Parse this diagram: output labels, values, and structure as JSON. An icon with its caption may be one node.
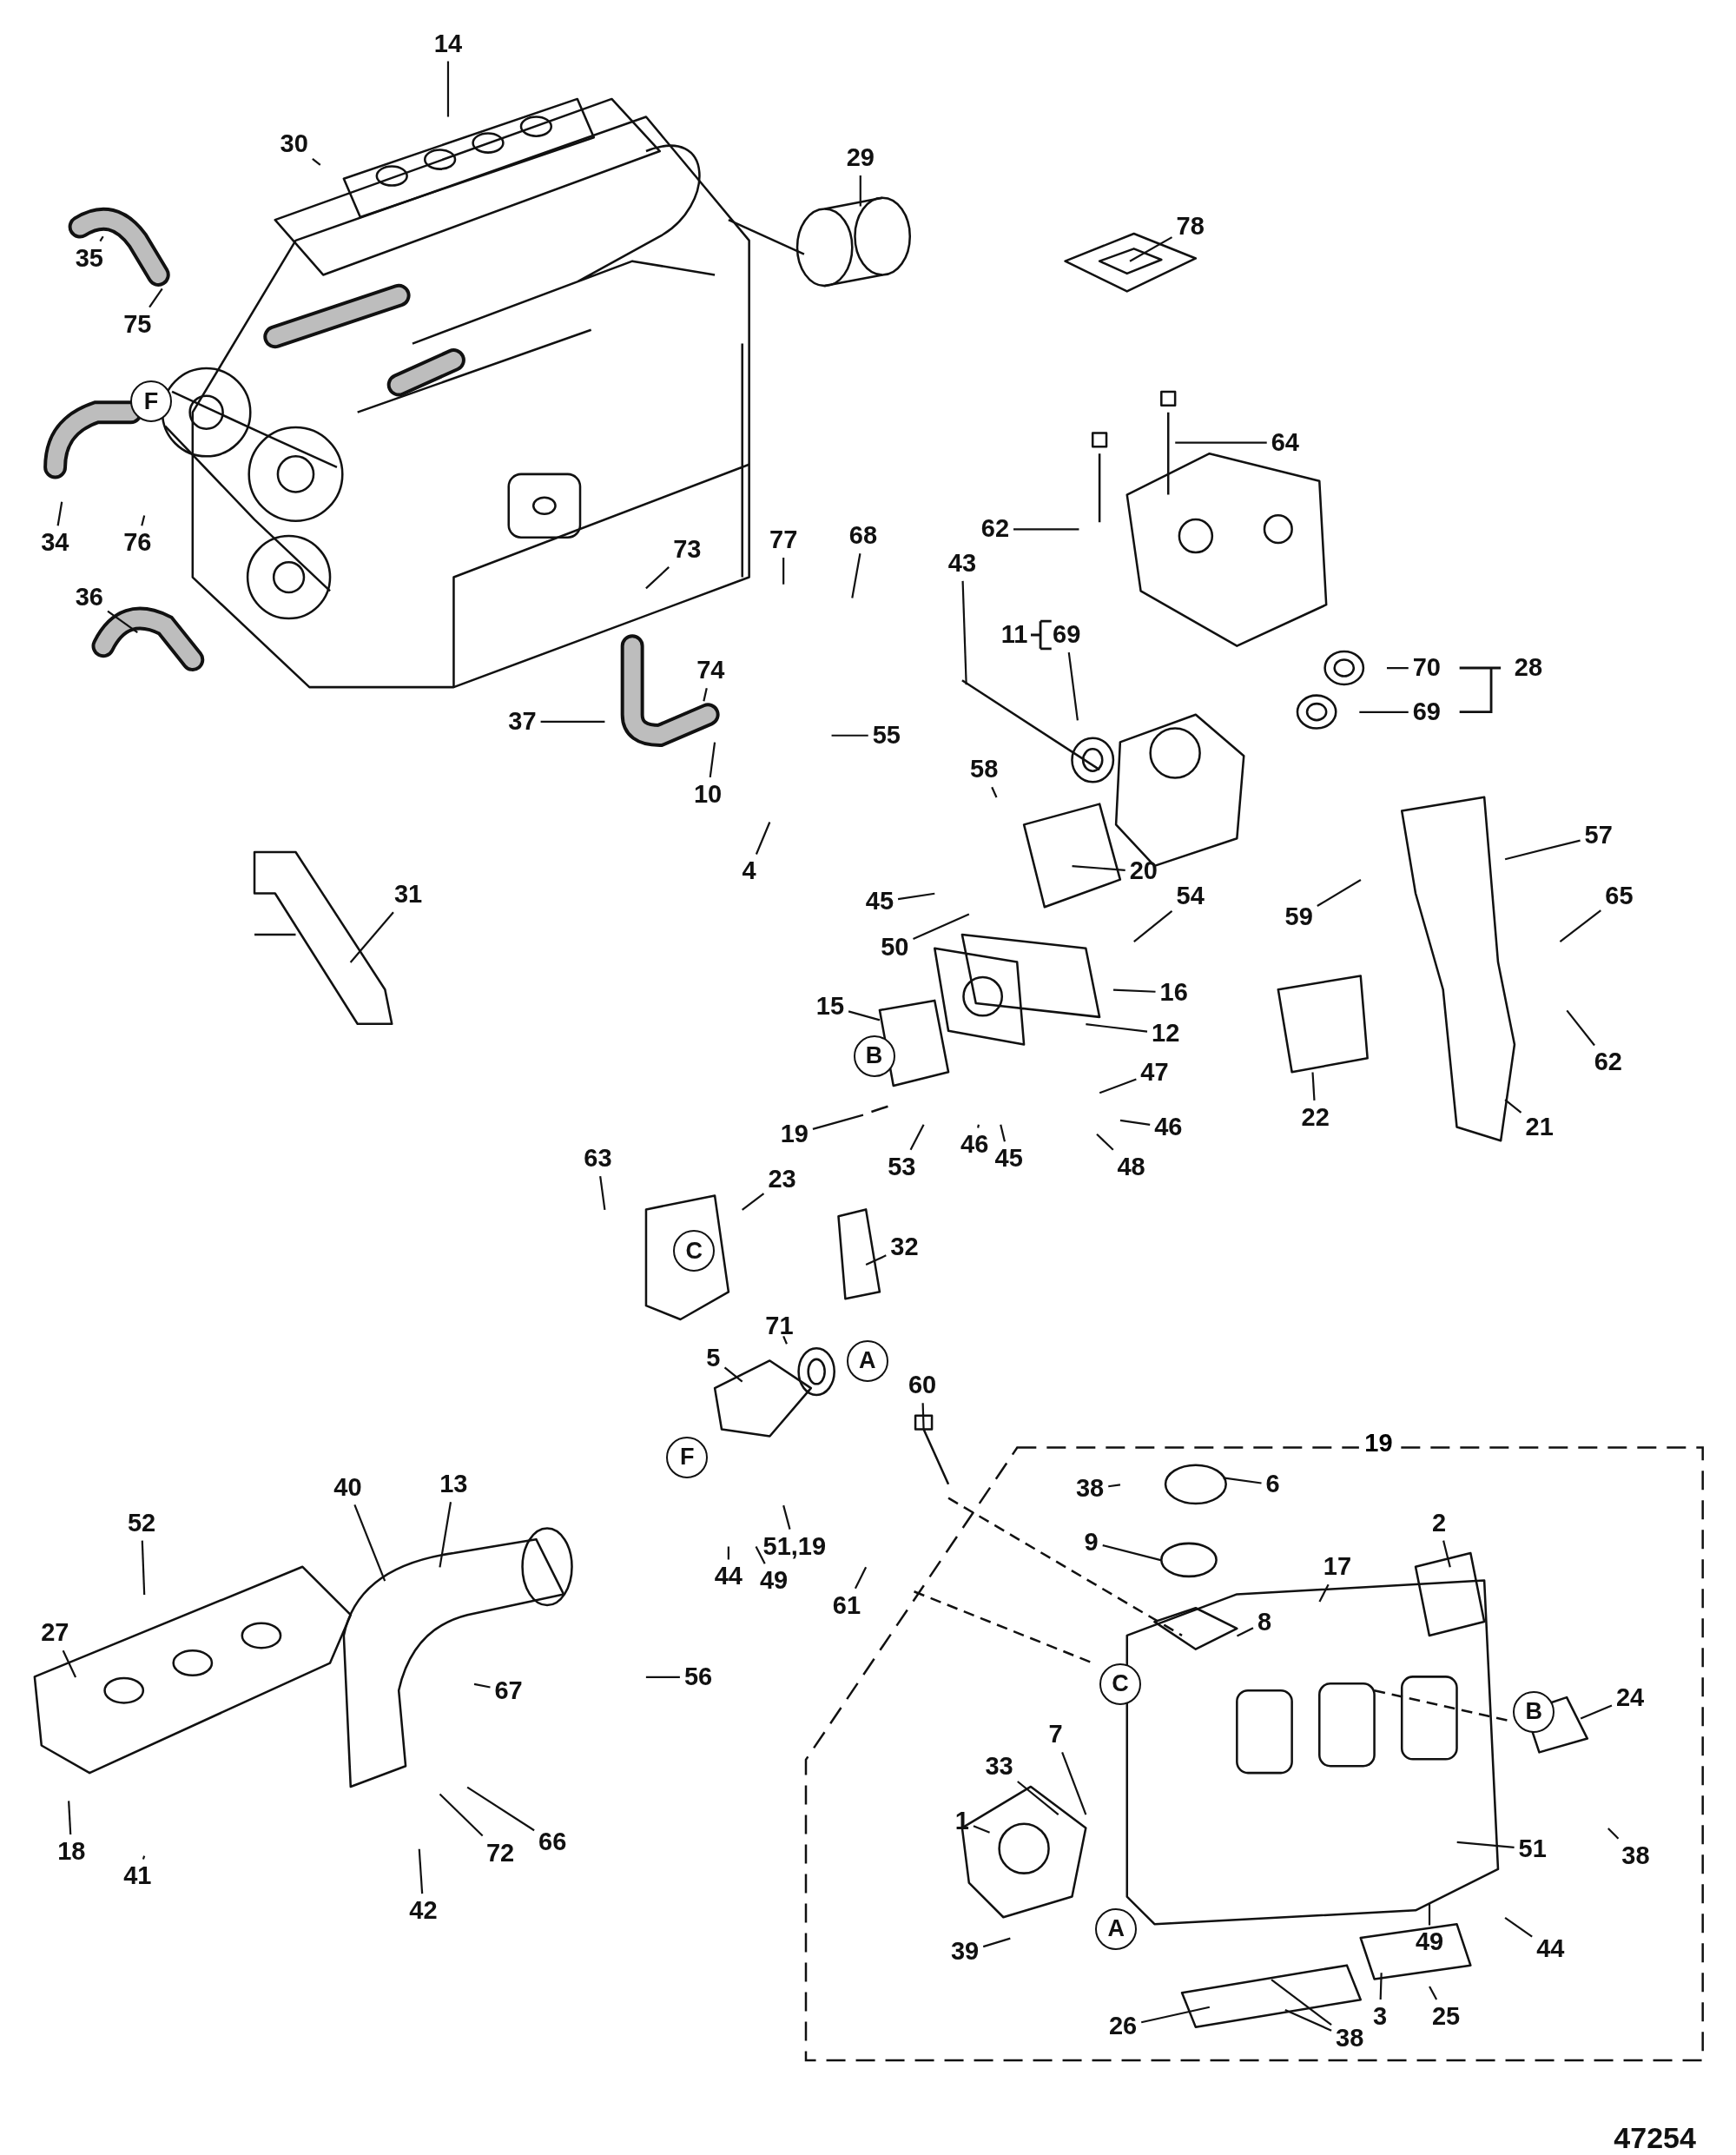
{
  "diagram": {
    "nodes": [
      {
        "text": [
          "14"
        ]
      },
      {
        "text": [
          "30"
        ]
      },
      {
        "text": [
          "29"
        ]
      },
      {
        "text": [
          "78"
        ]
      },
      {
        "text": [
          "35"
        ]
      },
      {
        "text": [
          "75"
        ]
      },
      {
        "text": [
          "F"
        ]
      },
      {
        "text": [
          "64"
        ]
      },
      {
        "text": [
          "62"
        ]
      },
      {
        "text": [
          "34"
        ]
      },
      {
        "text": [
          "76"
        ]
      },
      {
        "text": [
          "73"
        ]
      },
      {
        "text": [
          "77"
        ]
      },
      {
        "text": [
          "68"
        ]
      },
      {
        "text": [
          "43"
        ]
      },
      {
        "text": [
          "36"
        ]
      },
      {
        "text": [
          "11"
        ]
      },
      {
        "text": [
          "69"
        ]
      },
      {
        "text": [
          "70"
        ]
      },
      {
        "text": [
          "28"
        ]
      },
      {
        "text": [
          "74"
        ]
      },
      {
        "text": [
          "69"
        ]
      },
      {
        "text": [
          "37"
        ]
      },
      {
        "text": [
          "55"
        ]
      },
      {
        "text": [
          "58"
        ]
      },
      {
        "text": [
          "10"
        ]
      },
      {
        "text": [
          "57"
        ]
      },
      {
        "text": [
          "4"
        ]
      },
      {
        "text": [
          "20"
        ]
      },
      {
        "text": [
          "31"
        ]
      },
      {
        "text": [
          "54"
        ]
      },
      {
        "text": [
          "45"
        ]
      },
      {
        "text": [
          "65"
        ]
      },
      {
        "text": [
          "59"
        ]
      },
      {
        "text": [
          "50"
        ]
      },
      {
        "text": [
          "16"
        ]
      },
      {
        "text": [
          "15"
        ]
      },
      {
        "text": [
          "12"
        ]
      },
      {
        "text": [
          "62"
        ]
      },
      {
        "text": [
          "B"
        ]
      },
      {
        "text": [
          "47"
        ]
      },
      {
        "text": [
          "22"
        ]
      },
      {
        "text": [
          "46"
        ]
      },
      {
        "text": [
          "21"
        ]
      },
      {
        "text": [
          "19"
        ]
      },
      {
        "text": [
          "46"
        ]
      },
      {
        "text": [
          "53"
        ]
      },
      {
        "text": [
          "45"
        ]
      },
      {
        "text": [
          "48"
        ]
      },
      {
        "text": [
          "63"
        ]
      },
      {
        "text": [
          "23"
        ]
      },
      {
        "text": [
          "32"
        ]
      },
      {
        "text": [
          "C"
        ]
      },
      {
        "text": [
          "71"
        ]
      },
      {
        "text": [
          "5"
        ]
      },
      {
        "text": [
          "A"
        ]
      },
      {
        "text": [
          "60"
        ]
      },
      {
        "text": [
          "F"
        ]
      },
      {
        "text": [
          "40"
        ]
      },
      {
        "text": [
          "13"
        ]
      },
      {
        "text": [
          "52"
        ]
      },
      {
        "text": [
          "51,19"
        ]
      },
      {
        "text": [
          "44"
        ]
      },
      {
        "text": [
          "49"
        ]
      },
      {
        "text": [
          "61"
        ]
      },
      {
        "text": [
          "27"
        ]
      },
      {
        "text": [
          "56"
        ]
      },
      {
        "text": [
          "67"
        ]
      },
      {
        "text": [
          "18"
        ]
      },
      {
        "text": [
          "41"
        ]
      },
      {
        "text": [
          "42"
        ]
      },
      {
        "text": [
          "72"
        ]
      },
      {
        "text": [
          "66"
        ]
      },
      {
        "text": [
          "19"
        ]
      },
      {
        "text": [
          "38"
        ],
        "in": 73
      },
      {
        "text": [
          "6"
        ],
        "in": 73
      },
      {
        "text": [
          "2"
        ],
        "in": 73
      },
      {
        "text": [
          "9"
        ],
        "in": 73
      },
      {
        "text": [
          "17"
        ],
        "in": 73
      },
      {
        "text": [
          "8"
        ],
        "in": 73
      },
      {
        "text": [
          "C"
        ],
        "in": 73
      },
      {
        "text": [
          "24"
        ],
        "in": 73
      },
      {
        "text": [
          "B"
        ],
        "in": 73
      },
      {
        "text": [
          "7"
        ],
        "in": 73
      },
      {
        "text": [
          "33"
        ],
        "in": 73
      },
      {
        "text": [
          "1"
        ],
        "in": 73
      },
      {
        "text": [
          "51"
        ],
        "in": 73
      },
      {
        "text": [
          "38"
        ],
        "in": 73
      },
      {
        "text": [
          "A"
        ],
        "in": 73
      },
      {
        "text": [
          "49"
        ],
        "in": 73
      },
      {
        "text": [
          "39"
        ],
        "in": 73
      },
      {
        "text": [
          "44"
        ],
        "in": 73
      },
      {
        "text": [
          "3"
        ],
        "in": 73
      },
      {
        "text": [
          "25"
        ],
        "in": 73
      },
      {
        "text": [
          "26"
        ],
        "in": 73
      },
      {
        "text": [
          "38"
        ],
        "in": 73
      }
    ],
    "edges": [
      {
        "from": 0,
        "to": null,
        "arrow": "none"
      },
      {
        "from": 1,
        "to": null,
        "arrow": "none"
      },
      {
        "from": 2,
        "to": null,
        "arrow": "none"
      },
      {
        "from": 3,
        "to": null,
        "arrow": "none"
      },
      {
        "from": 4,
        "to": null,
        "arrow": "none"
      },
      {
        "from": 5,
        "to": null,
        "arrow": "none"
      },
      {
        "from": 7,
        "to": null,
        "arrow": "none"
      },
      {
        "from": 8,
        "to": null,
        "arrow": "none"
      },
      {
        "from": 9,
        "to": null,
        "arrow": "none"
      },
      {
        "from": 10,
        "to": null,
        "arrow": "none"
      },
      {
        "from": 11,
        "to": null,
        "arrow": "none"
      },
      {
        "from": 12,
        "to": null,
        "arrow": "none"
      },
      {
        "from": 13,
        "to": null,
        "arrow": "none"
      },
      {
        "from": 14,
        "to": null,
        "arrow": "none"
      },
      {
        "from": 15,
        "to": null,
        "arrow": "none"
      },
      {
        "from": 17,
        "to": null,
        "arrow": "none"
      },
      {
        "from": 18,
        "to": null,
        "arrow": "none"
      },
      {
        "from": 21,
        "to": null,
        "arrow": "none"
      },
      {
        "from": 20,
        "to": null,
        "arrow": "none"
      },
      {
        "from": 22,
        "to": null,
        "arrow": "none"
      },
      {
        "from": 23,
        "to": null,
        "arrow": "none"
      },
      {
        "from": 24,
        "to": null,
        "arrow": "none"
      },
      {
        "from": 25,
        "to": null,
        "arrow": "none"
      },
      {
        "from": 26,
        "to": null,
        "arrow": "none"
      },
      {
        "from": 27,
        "to": null,
        "arrow": "none"
      },
      {
        "from": 28,
        "to": null,
        "arrow": "none"
      },
      {
        "from": 29,
        "to": null,
        "arrow": "none"
      },
      {
        "from": 30,
        "to": null,
        "arrow": "none"
      },
      {
        "from": 31,
        "to": null,
        "arrow": "none"
      },
      {
        "from": 32,
        "to": null,
        "arrow": "none"
      },
      {
        "from": 33,
        "to": null,
        "arrow": "none"
      },
      {
        "from": 34,
        "to": null,
        "arrow": "none"
      },
      {
        "from": 35,
        "to": null,
        "arrow": "none"
      },
      {
        "from": 36,
        "to": null,
        "arrow": "none"
      },
      {
        "from": 37,
        "to": null,
        "arrow": "none"
      },
      {
        "from": 38,
        "to": null,
        "arrow": "none"
      },
      {
        "from": 40,
        "to": null,
        "arrow": "none"
      },
      {
        "from": 41,
        "to": null,
        "arrow": "none"
      },
      {
        "from": 42,
        "to": null,
        "arrow": "none"
      },
      {
        "from": 43,
        "to": null,
        "arrow": "none"
      },
      {
        "from": 44,
        "to": null,
        "arrow": "none"
      },
      {
        "from": 45,
        "to": null,
        "arrow": "none"
      },
      {
        "from": 46,
        "to": null,
        "arrow": "none"
      },
      {
        "from": 47,
        "to": null,
        "arrow": "none"
      },
      {
        "from": 48,
        "to": null,
        "arrow": "none"
      },
      {
        "from": 49,
        "to": null,
        "arrow": "none"
      },
      {
        "from": 50,
        "to": null,
        "arrow": "none"
      },
      {
        "from": 51,
        "to": null,
        "arrow": "none"
      },
      {
        "from": 53,
        "to": null,
        "arrow": "none"
      },
      {
        "from": 54,
        "to": null,
        "arrow": "none"
      },
      {
        "from": 56,
        "to": null,
        "arrow": "none"
      },
      {
        "from": 58,
        "to": null,
        "arrow": "none"
      },
      {
        "from": 59,
        "to": null,
        "arrow": "none"
      },
      {
        "from": 60,
        "to": null,
        "arrow": "none"
      },
      {
        "from": 61,
        "to": null,
        "arrow": "none"
      },
      {
        "from": 62,
        "to": null,
        "arrow": "none"
      },
      {
        "from": 63,
        "to": null,
        "arrow": "none"
      },
      {
        "from": 64,
        "to": null,
        "arrow": "none"
      },
      {
        "from": 65,
        "to": null,
        "arrow": "none"
      },
      {
        "from": 66,
        "to": null,
        "arrow": "none"
      },
      {
        "from": 67,
        "to": null,
        "arrow": "none"
      },
      {
        "from": 68,
        "to": null,
        "arrow": "none"
      },
      {
        "from": 69,
        "to": null,
        "arrow": "none"
      },
      {
        "from": 70,
        "to": null,
        "arrow": "none"
      },
      {
        "from": 71,
        "to": null,
        "arrow": "none"
      },
      {
        "from": 72,
        "to": null,
        "arrow": "none"
      },
      {
        "from": 74,
        "to": null,
        "arrow": "none"
      },
      {
        "from": 75,
        "to": null,
        "arrow": "none"
      },
      {
        "from": 76,
        "to": null,
        "arrow": "none"
      },
      {
        "from": 77,
        "to": null,
        "arrow": "none"
      },
      {
        "from": 78,
        "to": null,
        "arrow": "none"
      },
      {
        "from": 79,
        "to": null,
        "arrow": "none"
      },
      {
        "from": 81,
        "to": null,
        "arrow": "none"
      },
      {
        "from": 83,
        "to": null,
        "arrow": "none"
      },
      {
        "from": 84,
        "to": null,
        "arrow": "none"
      },
      {
        "from": 85,
        "to": null,
        "arrow": "none"
      },
      {
        "from": 86,
        "to": null,
        "arrow": "none"
      },
      {
        "from": 87,
        "to": null,
        "arrow": "none"
      },
      {
        "from": 89,
        "to": null,
        "arrow": "none"
      },
      {
        "from": 90,
        "to": null,
        "arrow": "none"
      },
      {
        "from": 91,
        "to": null,
        "arrow": "none"
      },
      {
        "from": 92,
        "to": null,
        "arrow": "none"
      },
      {
        "from": 93,
        "to": null,
        "arrow": "none"
      },
      {
        "from": 94,
        "to": null,
        "arrow": "none"
      },
      {
        "from": 95,
        "to": null,
        "arrow": "none"
      },
      {
        "from": 95,
        "to": null,
        "arrow": "none"
      }
    ],
    "labels": [
      "47254"
    ]
  }
}
